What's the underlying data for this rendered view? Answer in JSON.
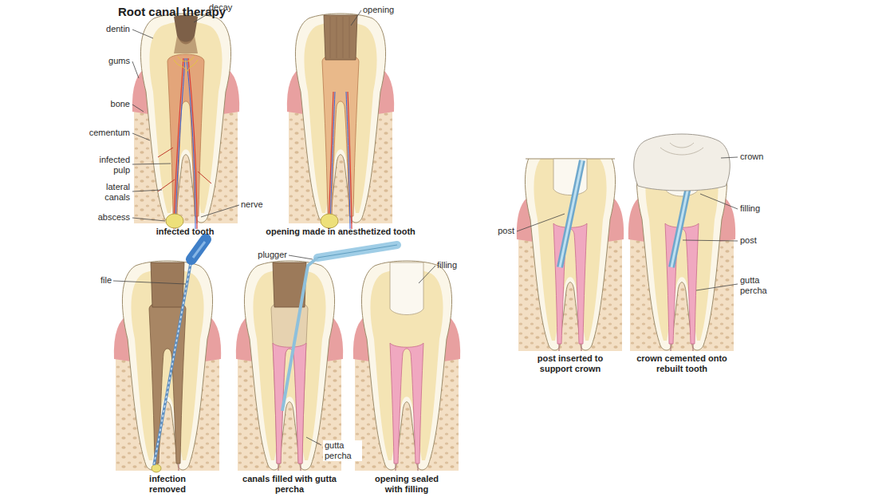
{
  "diagram": {
    "title": "Root canal therapy",
    "labels": [
      "decay",
      "dentin",
      "gums",
      "bone",
      "cementum",
      "infected pulp",
      "lateral canals",
      "abscess",
      "nerve",
      "infected tooth",
      "opening",
      "opening made in anesthetized tooth",
      "file",
      "infection removed",
      "plugger",
      "gutta percha",
      "canals filled with gutta percha",
      "filling",
      "opening sealed with filling",
      "post",
      "post inserted to support crown",
      "crown",
      "filling",
      "post",
      "gutta percha",
      "crown cemented onto rebuilt tooth"
    ]
  }
}
